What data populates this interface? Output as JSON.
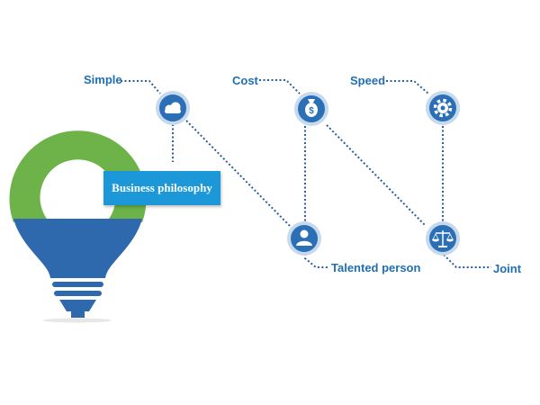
{
  "colors": {
    "bulb_ring": "#6db34a",
    "bulb_body": "#2f69ad",
    "node_fill": "#2b6fb6",
    "node_ring": "#c7d9ec",
    "connector": "#2a5e9c",
    "banner": "#1c98d8",
    "label_text": "#1f6fb3"
  },
  "banner": {
    "text": "Business philosophy"
  },
  "nodes": [
    {
      "label": "Simple",
      "icon": "cloud-icon"
    },
    {
      "label": "Cost",
      "icon": "money-bag-icon"
    },
    {
      "label": "Speed",
      "icon": "gear-icon"
    },
    {
      "label": "Talented person",
      "icon": "person-icon"
    },
    {
      "label": "Joint",
      "icon": "scales-icon"
    }
  ]
}
